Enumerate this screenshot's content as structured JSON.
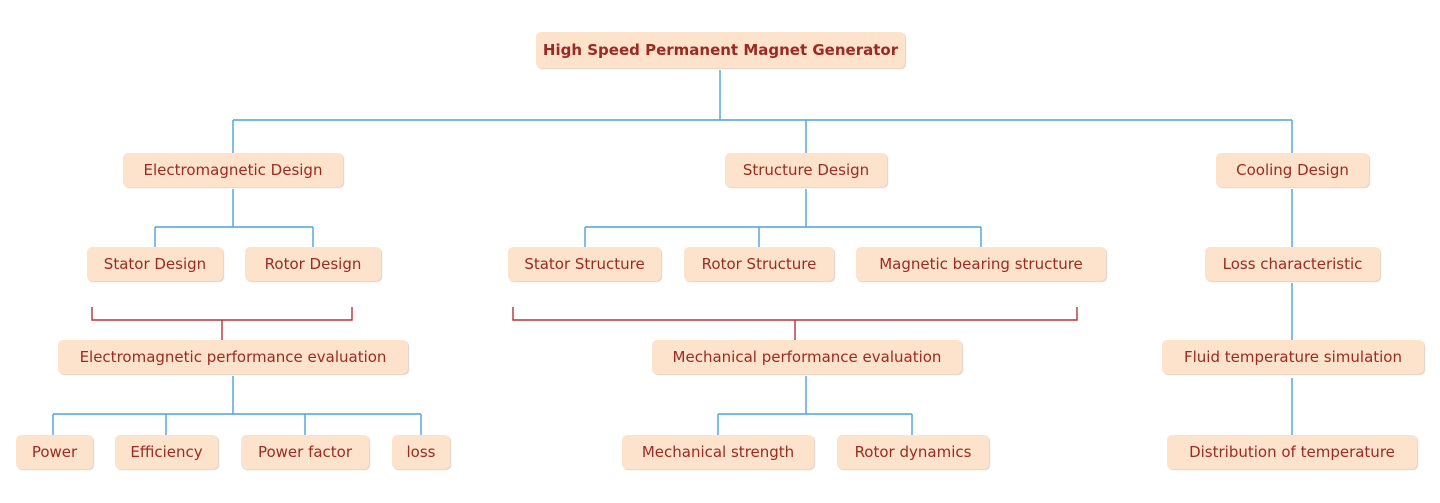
{
  "nodes": {
    "root": "High Speed Permanent Magnet Generator",
    "em_design": "Electromagnetic Design",
    "structure_design": "Structure Design",
    "cooling_design": "Cooling Design",
    "stator_design": "Stator Design",
    "rotor_design": "Rotor Design",
    "stator_structure": "Stator Structure",
    "rotor_structure": "Rotor Structure",
    "magnetic_bearing": "Magnetic bearing structure",
    "loss_characteristic": "Loss characteristic",
    "em_evaluation": "Electromagnetic performance evaluation",
    "mech_evaluation": "Mechanical performance evaluation",
    "fluid_simulation": "Fluid temperature simulation",
    "power": "Power",
    "efficiency": "Efficiency",
    "power_factor": "Power factor",
    "loss": "loss",
    "mech_strength": "Mechanical strength",
    "rotor_dynamics": "Rotor dynamics",
    "temp_distribution": "Distribution of temperature"
  },
  "colors": {
    "node_fill": "#fde3cb",
    "node_text": "#9b2a22",
    "tree_edge": "#4aa3df",
    "bracket_edge": "#b5333a"
  }
}
